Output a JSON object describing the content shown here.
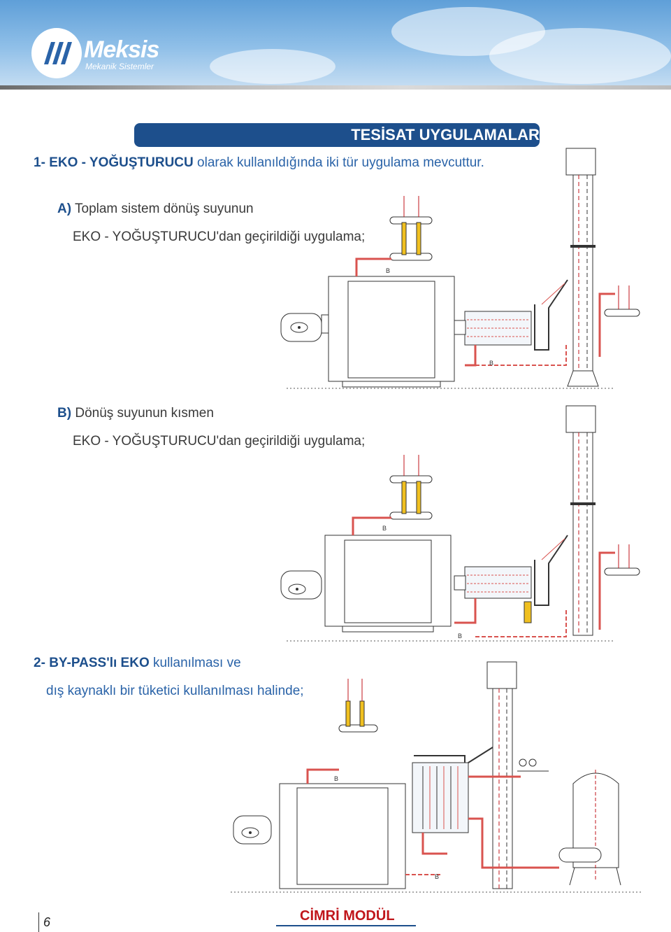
{
  "header": {
    "logo_name": "Meksis",
    "logo_subtitle": "Mekanik Sistemler"
  },
  "section_title": "TESİSAT UYGULAMALARI",
  "item1": {
    "number": "1-",
    "name": "EKO - YOĞUŞTURUCU",
    "text": "olarak kullanıldığında iki tür uygulama mevcuttur."
  },
  "item_a": {
    "letter": "A)",
    "line1": "Toplam sistem dönüş suyunun",
    "line2": "EKO - YOĞUŞTURUCU'dan geçirildiği uygulama;"
  },
  "item_b": {
    "letter": "B)",
    "line1": "Dönüş suyunun kısmen",
    "line2": "EKO - YOĞUŞTURUCU'dan geçirildiği uygulama;"
  },
  "item2": {
    "number": "2-",
    "name": "BY-PASS'lı EKO",
    "text": "kullanılması ve",
    "line2": "dış kaynaklı bir tüketici kullanılması halinde;"
  },
  "diagram_label": "B",
  "footer": {
    "page": "6",
    "title": "CİMRİ MODÜL"
  },
  "colors": {
    "brand_blue": "#1d4f8c",
    "pipe_red": "#d9534f",
    "accent_red": "#c0161b"
  }
}
